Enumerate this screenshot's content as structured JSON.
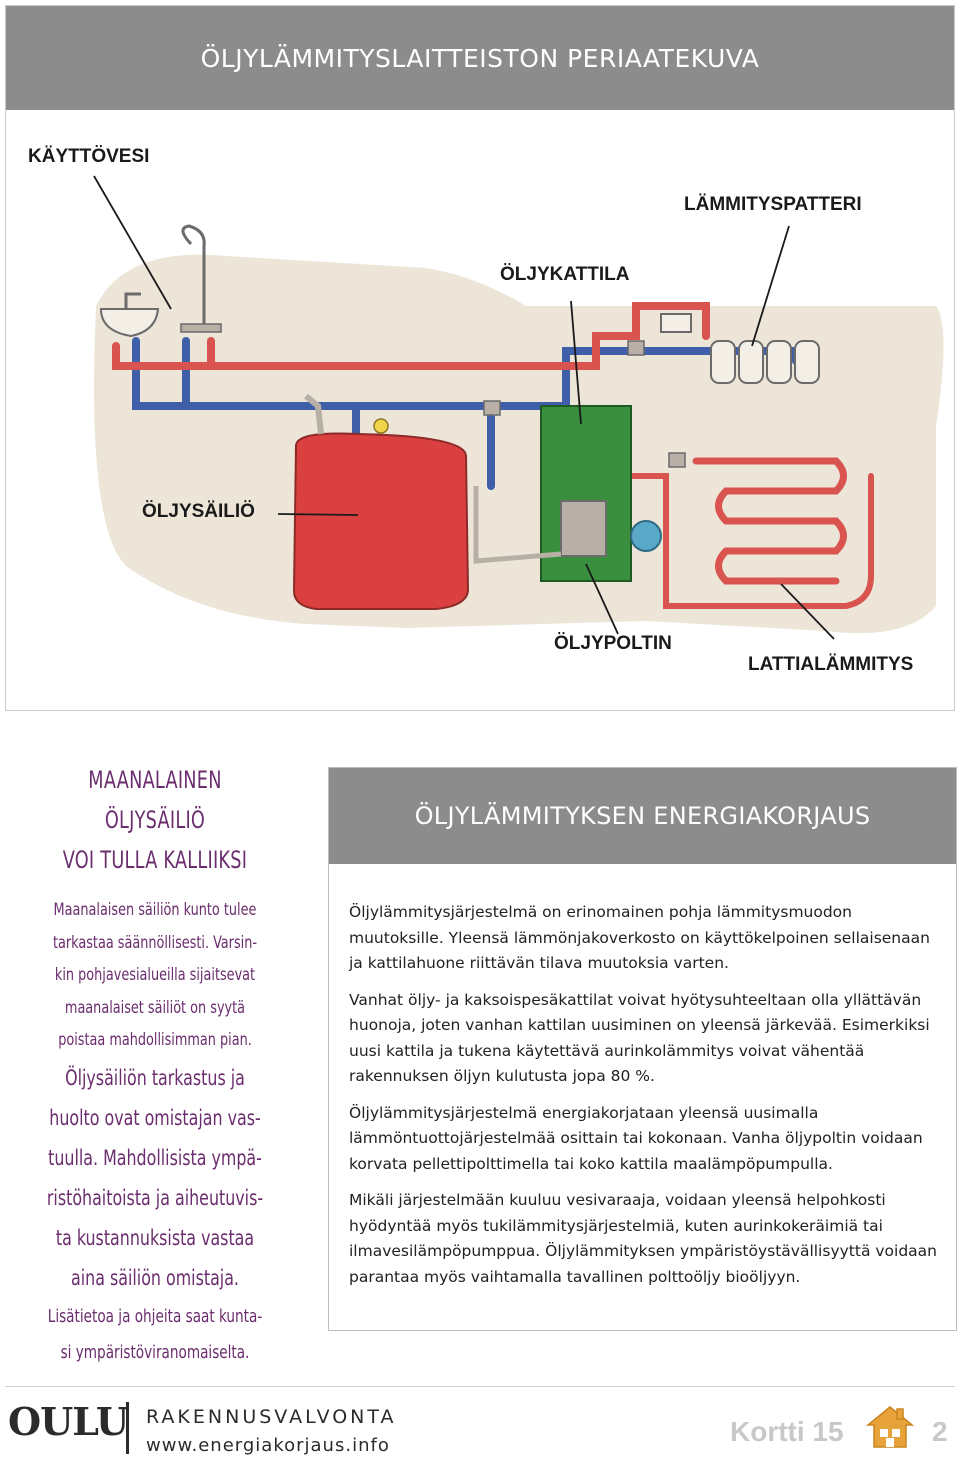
{
  "diagram": {
    "title": "ÖLJYLÄMMITYSLAITTEISTON PERIAATEKUVA",
    "labels": {
      "kayttovesi": "KÄYTTÖVESI",
      "lammityspatteri": "LÄMMITYSPATTERI",
      "oljykattila": "ÖLJYKATTILA",
      "oljysailio": "ÖLJYSÄILIÖ",
      "oljypoltin": "ÖLJYPOLTIN",
      "lattialammitys": "LATTIALÄMMITYS"
    },
    "colors": {
      "hot": "#d9534f",
      "cold": "#3f5fa8",
      "tank": "#d9403f",
      "boiler": "#3a8f3f",
      "burner": "#b8b0a6",
      "pump": "#5aa8c8"
    }
  },
  "left": {
    "heading_1": "MAANALAINEN ÖLJYSÄILIÖ",
    "heading_2": "VOI TULLA KALLIIKSI",
    "lines_a": [
      "Maanalaisen säiliön kunto tulee",
      "tarkastaa säännöllisesti. Varsin-",
      "kin pohjavesialueilla sijaitsevat",
      "maanalaiset säiliöt on syytä",
      "poistaa mahdollisimman pian."
    ],
    "lines_b": [
      "Öljysäiliön tarkastus ja",
      "huolto ovat omistajan vas-",
      "tuulla. Mahdollisista ympä-",
      "ristöhaitoista ja aiheutuvis-",
      "ta kustannuksista vastaa",
      "aina säiliön omistaja."
    ],
    "lines_c": [
      "Lisätietoa ja ohjeita saat kunta-",
      "si ympäristöviranomaiselta."
    ]
  },
  "article": {
    "title": "ÖLJYLÄMMITYKSEN ENERGIAKORJAUS",
    "paragraphs": [
      "Öljylämmitysjärjestelmä on erinomainen pohja lämmitysmuodon muutoksille. Yleensä lämmönjakoverkosto on käyttökelpoinen sellaisenaan ja kattilahuone riittävän tilava muutoksia varten.",
      "Vanhat öljy- ja kaksoispesäkattilat voivat hyötysuhteeltaan olla yllättävän huonoja, joten vanhan kattilan uusiminen on yleensä järkevää. Esimerkiksi uusi kattila ja tukena käytettävä aurinkolämmitys voivat vähentää rakennuksen öljyn kulutusta jopa 80 %.",
      "Öljylämmitysjärjestelmä energiakorjataan yleensä uusimalla lämmöntuottojärjestelmää osittain tai kokonaan. Vanha öljypoltin voidaan korvata pellettipolttimella tai koko kattila maalämpöpumpulla.",
      "Mikäli järjestelmään kuuluu vesivaraaja, voidaan yleensä helpohkosti hyödyntää myös tukilämmitysjärjestelmiä, kuten aurinkokeräimiä tai ilmavesilämpöpumppua. Öljylämmityksen ympäristöystävällisyyttä voidaan parantaa myös vaihtamalla tavallinen polttoöljy bioöljyyn."
    ]
  },
  "footer": {
    "logo": "OULU",
    "department": "RAKENNUSVALVONTA",
    "website": "www.energiakorjaus.info",
    "card": "Kortti 15",
    "page": "2"
  }
}
